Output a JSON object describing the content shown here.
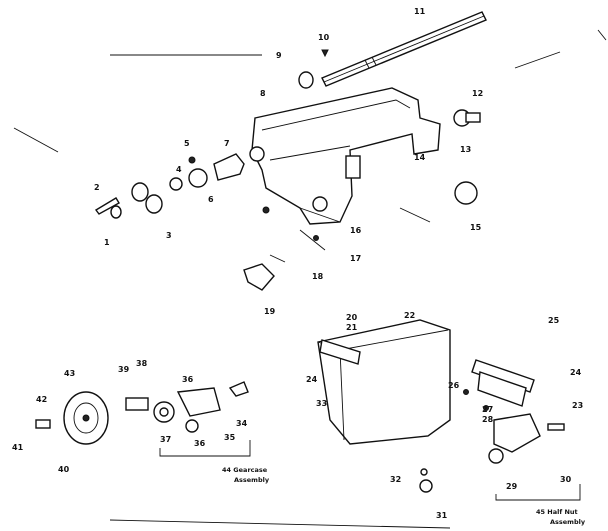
{
  "callouts": [
    "1",
    "2",
    "3",
    "4",
    "5",
    "6",
    "7",
    "8",
    "9",
    "10",
    "11",
    "12",
    "13",
    "14",
    "15",
    "16",
    "17",
    "18",
    "19",
    "20",
    "21",
    "22",
    "23",
    "24",
    "25",
    "26",
    "27",
    "28",
    "29",
    "30",
    "31",
    "32",
    "33",
    "34",
    "35",
    "36",
    "37",
    "38",
    "39",
    "40",
    "41",
    "42",
    "43"
  ],
  "assemblies": {
    "gearcase": {
      "line1": "44 Gearcase",
      "line2": "Assembly"
    },
    "halfnut": {
      "line1": "45 Half Nut",
      "line2": "Assembly"
    }
  }
}
